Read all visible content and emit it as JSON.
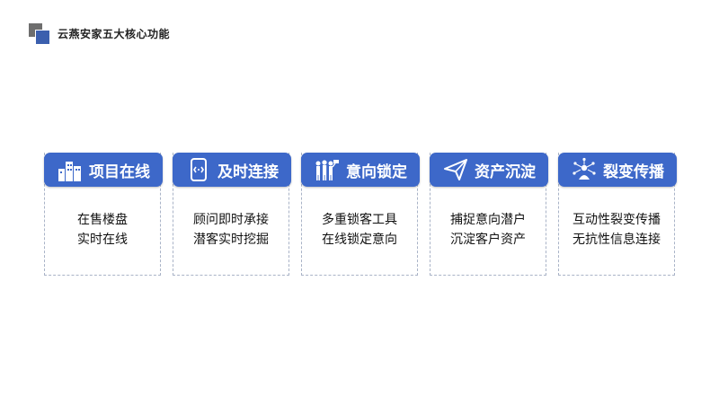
{
  "header": {
    "title": "云燕安家五大核心功能",
    "icon": "logo-squares-icon"
  },
  "colors": {
    "accent": "#3d68c9",
    "logo_gray": "#6e6e6e",
    "logo_blue": "#3b5fae",
    "border": "#a9b3c7"
  },
  "cards": [
    {
      "icon": "buildings-icon",
      "title": "项目在线",
      "lines": [
        "在售楼盘",
        "实时在线"
      ]
    },
    {
      "icon": "phone-connect-icon",
      "title": "及时连接",
      "lines": [
        "顾问即时承接",
        "潜客实时挖掘"
      ]
    },
    {
      "icon": "people-group-icon",
      "title": "意向锁定",
      "lines": [
        "多重锁客工具",
        "在线锁定意向"
      ]
    },
    {
      "icon": "paper-plane-icon",
      "title": "资产沉淀",
      "lines": [
        "捕捉意向潜户",
        "沉淀客户资产"
      ]
    },
    {
      "icon": "network-person-icon",
      "title": "裂变传播",
      "lines": [
        "互动性裂变传播",
        "无抗性信息连接"
      ]
    }
  ]
}
